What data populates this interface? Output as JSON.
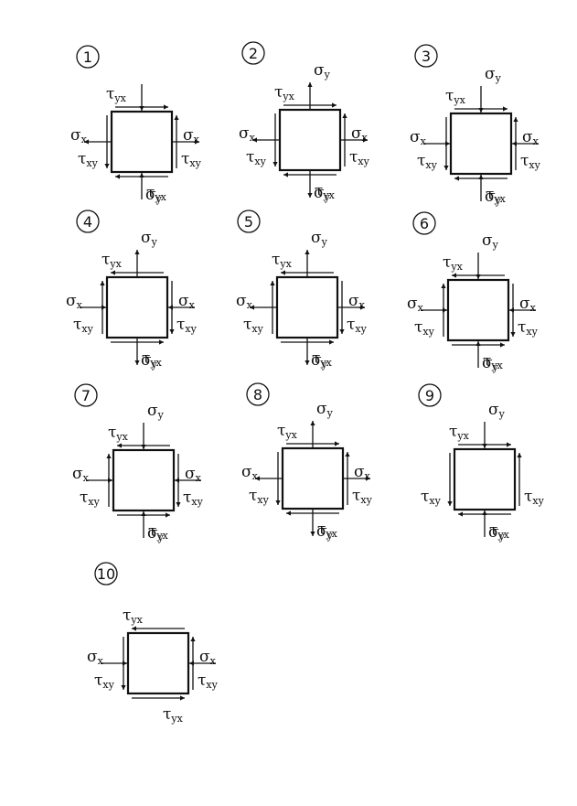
{
  "symbols": {
    "sigma": "σ",
    "tau": "τ"
  },
  "element_ids": [
    "1",
    "2",
    "3",
    "4",
    "5",
    "6",
    "7",
    "8",
    "9",
    "10"
  ],
  "labels": {
    "sigma_x": {
      "sym": "σ",
      "sub": "x"
    },
    "sigma_y": {
      "sym": "σ",
      "sub": "y"
    },
    "tau_xy": {
      "sym": "τ",
      "sub": "xy"
    },
    "tau_yx": {
      "sym": "τ",
      "sub": "yx"
    }
  },
  "elements": [
    {
      "id": "1",
      "sigma_x": "tension",
      "sigma_y": "compression",
      "tau_xy": "left-down/right-up",
      "tau_yx": "top-right/bottom-left"
    },
    {
      "id": "2",
      "sigma_x": "tension",
      "sigma_y": "tension",
      "tau_xy": "left-down/right-up",
      "tau_yx": "top-right/bottom-left"
    },
    {
      "id": "3",
      "sigma_x": "compression",
      "sigma_y": "compression",
      "tau_xy": "left-down/right-up",
      "tau_yx": "top-right/bottom-left"
    },
    {
      "id": "4",
      "sigma_x": "compression",
      "sigma_y": "tension",
      "tau_xy": "left-up/right-down",
      "tau_yx": "top-left/bottom-right"
    },
    {
      "id": "5",
      "sigma_x": "tension",
      "sigma_y": "tension",
      "tau_xy": "left-up/right-down",
      "tau_yx": "top-left/bottom-right"
    },
    {
      "id": "6",
      "sigma_x": "compression",
      "sigma_y": "compression",
      "tau_xy": "left-up/right-down",
      "tau_yx": "top-left/bottom-right"
    },
    {
      "id": "7",
      "sigma_x": "compression",
      "sigma_y": "compression",
      "tau_xy": "left-up/right-down",
      "tau_yx": "top-left/bottom-right"
    },
    {
      "id": "8",
      "sigma_x": "tension",
      "sigma_y": "tension",
      "tau_xy": "left-down/right-up",
      "tau_yx": "top-right/bottom-left"
    },
    {
      "id": "9",
      "sigma_x": "none",
      "sigma_y": "compression",
      "tau_xy": "left-down/right-up",
      "tau_yx": "top-right/bottom-left"
    },
    {
      "id": "10",
      "sigma_x": "compression",
      "sigma_y": "none",
      "tau_xy": "left-down/right-up",
      "tau_yx": "top-left/bottom-right"
    }
  ]
}
